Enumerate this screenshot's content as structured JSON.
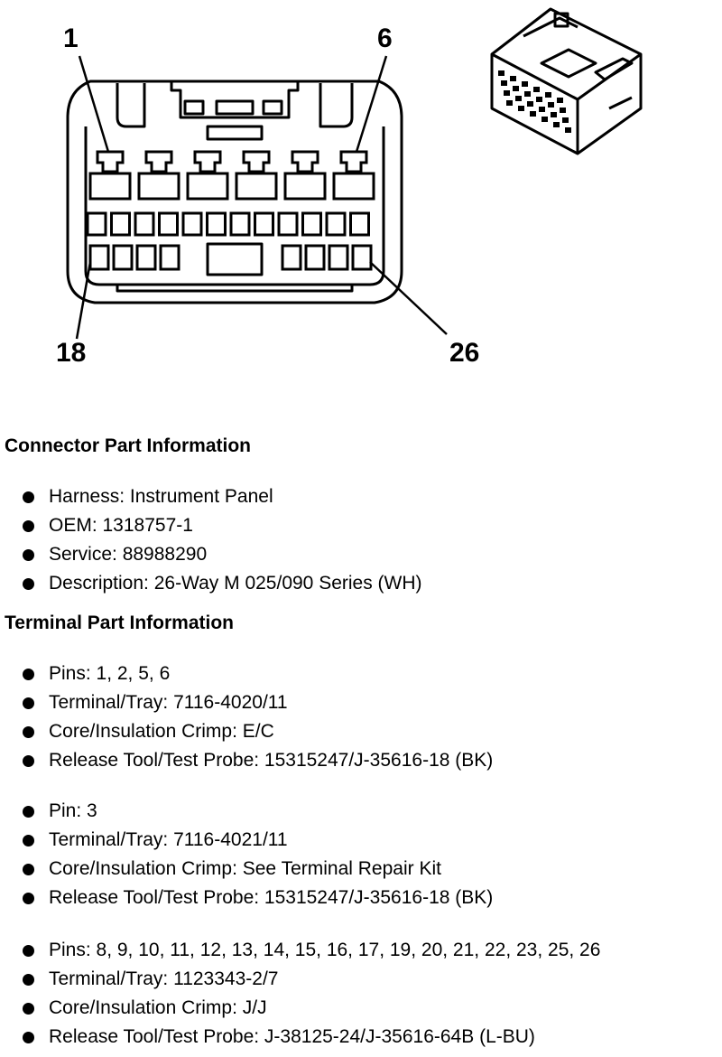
{
  "diagram": {
    "pin_callouts": [
      {
        "id": "pin-1",
        "text": "1"
      },
      {
        "id": "pin-6",
        "text": "6"
      },
      {
        "id": "pin-18",
        "text": "18"
      },
      {
        "id": "pin-26",
        "text": "26"
      }
    ]
  },
  "connector_section": {
    "heading": "Connector Part Information",
    "items": [
      "Harness: Instrument Panel",
      "OEM: 1318757-1",
      "Service: 88988290",
      "Description: 26-Way M 025/090 Series (WH)"
    ]
  },
  "terminal_section": {
    "heading": "Terminal Part Information",
    "groups": [
      {
        "items": [
          "Pins: 1, 2, 5, 6",
          "Terminal/Tray: 7116-4020/11",
          "Core/Insulation Crimp: E/C",
          "Release Tool/Test Probe: 15315247/J-35616-18 (BK)"
        ]
      },
      {
        "items": [
          "Pin: 3",
          "Terminal/Tray: 7116-4021/11",
          "Core/Insulation Crimp: See Terminal Repair Kit",
          "Release Tool/Test Probe: 15315247/J-35616-18 (BK)"
        ]
      },
      {
        "items": [
          "Pins: 8, 9, 10, 11, 12, 13, 14, 15, 16, 17, 19, 20, 21, 22, 23, 25, 26",
          "Terminal/Tray: 1123343-2/7",
          "Core/Insulation Crimp: J/J",
          "Release Tool/Test Probe: J-38125-24/J-35616-64B (L-BU)"
        ]
      }
    ]
  }
}
